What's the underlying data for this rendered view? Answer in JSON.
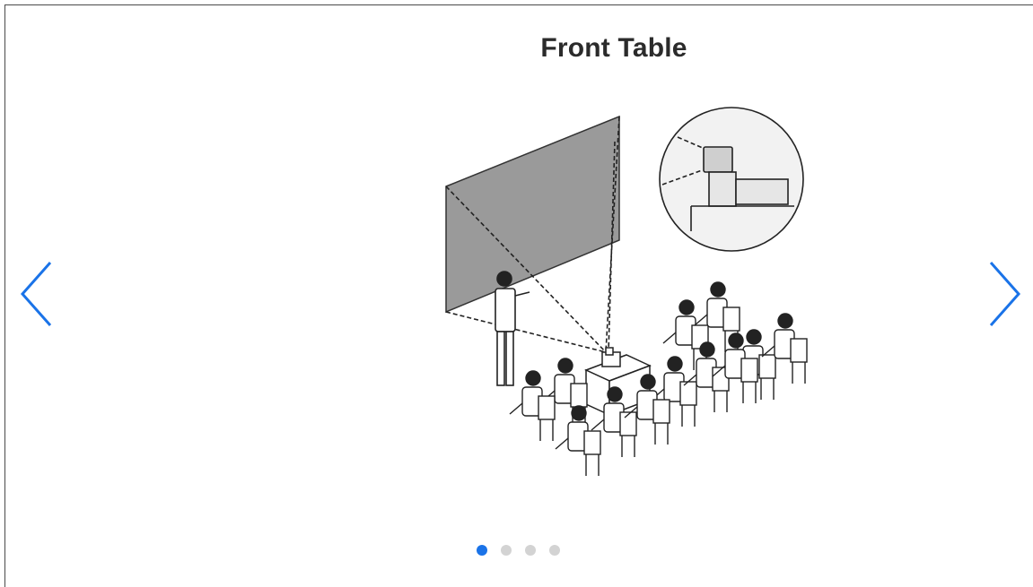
{
  "slide": {
    "title": "Front Table"
  },
  "carousel": {
    "slide_count": 4,
    "active_index": 0,
    "prev_icon": "chevron-left-icon",
    "next_icon": "chevron-right-icon"
  },
  "colors": {
    "accent": "#1a73e8",
    "dot_inactive": "#d3d3d3",
    "title": "#2b2b2b",
    "screen": "#9a9a9a"
  }
}
